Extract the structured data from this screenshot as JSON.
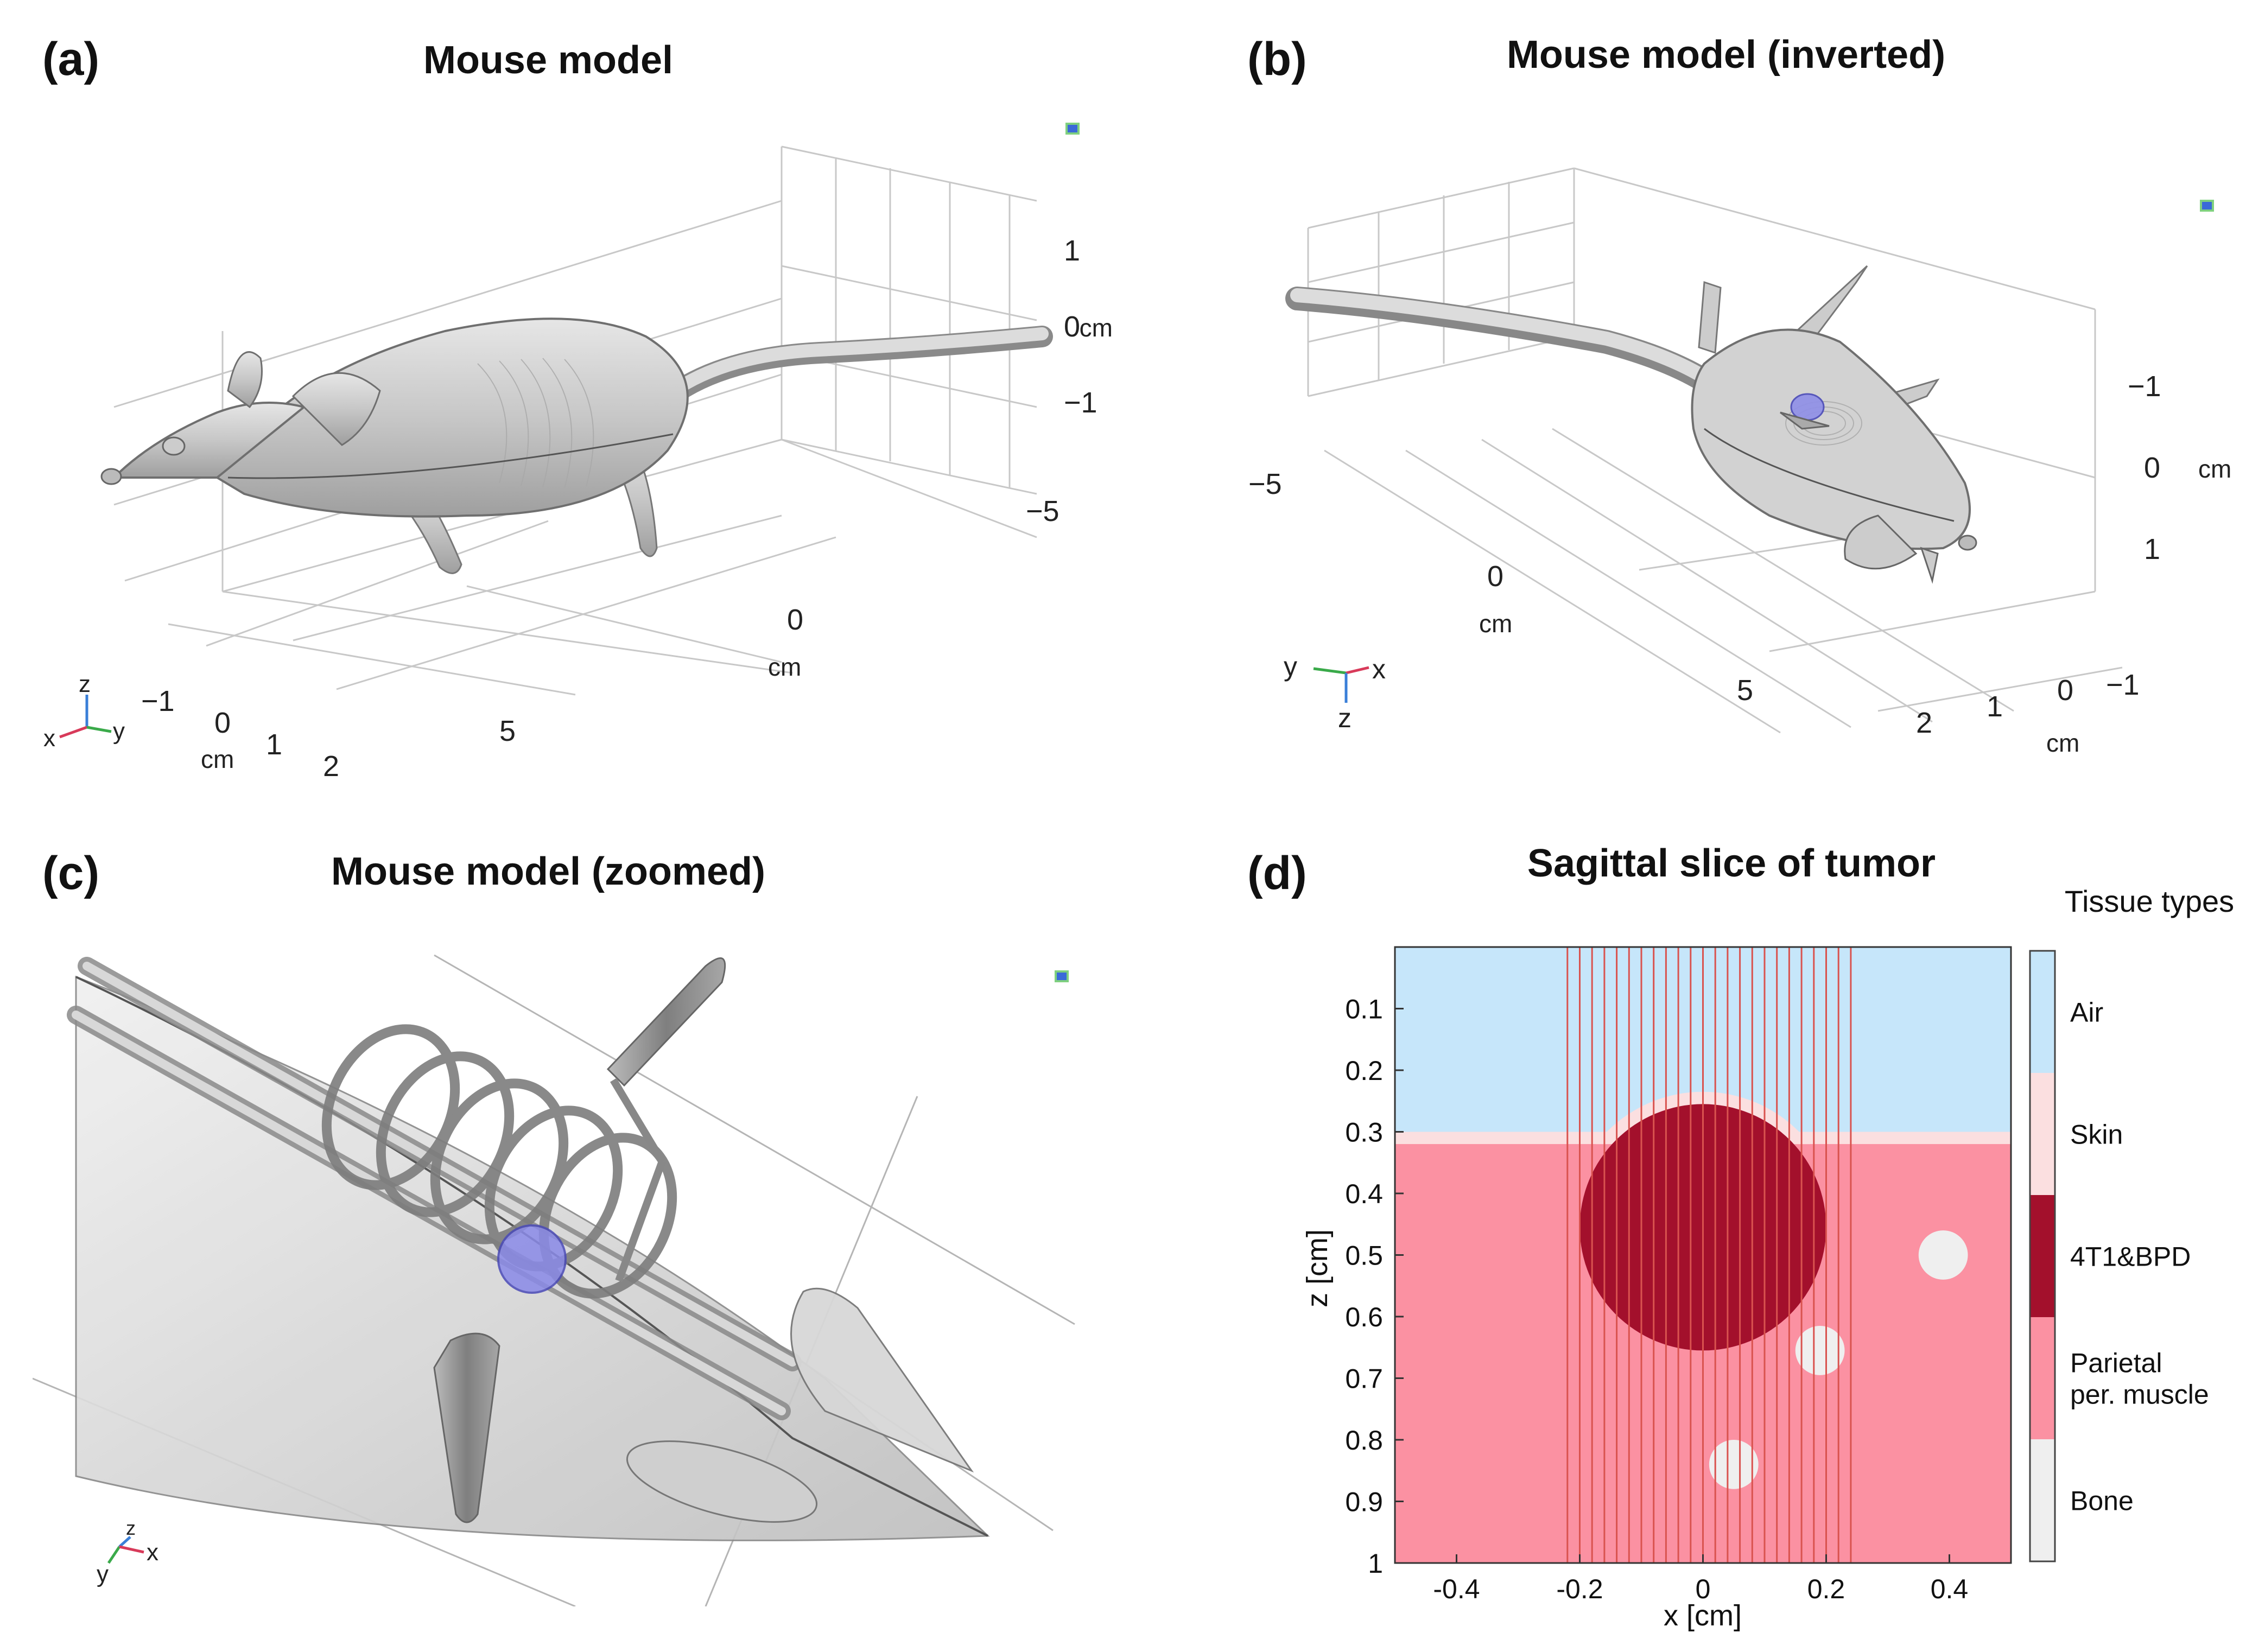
{
  "panels": {
    "a": {
      "label": "(a)",
      "title": "Mouse model",
      "ticks_z": [
        "1",
        "0",
        "−1"
      ],
      "unit_z": "cm",
      "ticks_y": [
        "−5",
        "0",
        "5"
      ],
      "unit_y": "cm",
      "ticks_x": [
        "−1",
        "0",
        "1",
        "2"
      ],
      "unit_x": "cm",
      "triad": [
        "z",
        "x",
        "y"
      ]
    },
    "b": {
      "label": "(b)",
      "title": "Mouse model (inverted)",
      "ticks_z": [
        "−1",
        "0",
        "1"
      ],
      "unit_z": "cm",
      "ticks_y": [
        "−5",
        "0",
        "5"
      ],
      "unit_y": "cm",
      "ticks_x": [
        "2",
        "1",
        "0",
        "−1"
      ],
      "unit_x": "cm",
      "triad": [
        "y",
        "x",
        "z"
      ]
    },
    "c": {
      "label": "(c)",
      "title": "Mouse model (zoomed)",
      "triad": [
        "y",
        "z",
        "x"
      ]
    },
    "d": {
      "label": "(d)",
      "title": "Sagittal slice of tumor"
    }
  },
  "chart_data": {
    "type": "heatmap",
    "title": "Sagittal slice of tumor",
    "xlabel": "x [cm]",
    "ylabel": "z [cm]",
    "xlim": [
      -0.5,
      0.5
    ],
    "ylim": [
      1.0,
      0.0
    ],
    "xticks": [
      -0.4,
      -0.2,
      0,
      0.2,
      0.4
    ],
    "xtick_labels": [
      "-0.4",
      "-0.2",
      "0",
      "0.2",
      "0.4"
    ],
    "yticks": [
      0.1,
      0.2,
      0.3,
      0.4,
      0.5,
      0.6,
      0.7,
      0.8,
      0.9,
      1
    ],
    "ytick_labels": [
      "0.1",
      "0.2",
      "0.3",
      "0.4",
      "0.5",
      "0.6",
      "0.7",
      "0.8",
      "0.9",
      "1"
    ],
    "colorbar_title": "Tissue types",
    "categories": [
      {
        "name": "Air",
        "color": "#c6e6fa"
      },
      {
        "name": "Skin",
        "color": "#fbdfe0"
      },
      {
        "name": "4T1&BPD",
        "color": "#a3102c"
      },
      {
        "name": "Parietal\nper. muscle",
        "color": "#fb91a2"
      },
      {
        "name": "Bone",
        "color": "#efefef"
      }
    ],
    "skin_surface_z": 0.3,
    "skin_thickness": 0.02,
    "tumor": {
      "cx": 0,
      "cz": 0.455,
      "r": 0.2
    },
    "bones": [
      {
        "cx": 0.39,
        "cz": 0.5,
        "r": 0.04
      },
      {
        "cx": 0.19,
        "cz": 0.655,
        "r": 0.04
      },
      {
        "cx": 0.05,
        "cz": 0.84,
        "r": 0.04
      }
    ],
    "fiber_x": [
      -0.22,
      -0.2,
      -0.18,
      -0.16,
      -0.14,
      -0.12,
      -0.1,
      -0.08,
      -0.06,
      -0.04,
      -0.02,
      0,
      0.02,
      0.04,
      0.06,
      0.08,
      0.1,
      0.12,
      0.14,
      0.16,
      0.18,
      0.2,
      0.22,
      0.24
    ],
    "fiber_color": "#d9534f"
  }
}
